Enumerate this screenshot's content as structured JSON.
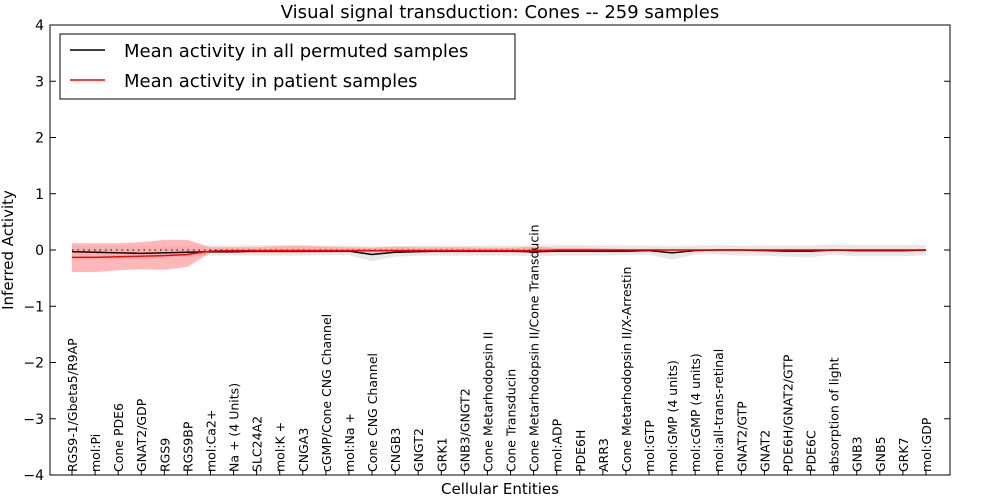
{
  "chart_data": {
    "type": "line",
    "title": "Visual signal transduction: Cones -- 259 samples",
    "xlabel": "Cellular Entities",
    "ylabel": "Inferred Activity",
    "ylim": [
      -4,
      4
    ],
    "yticks": [
      -4,
      -3,
      -2,
      -1,
      0,
      1,
      2,
      3,
      4
    ],
    "ytick_labels": [
      "−4",
      "−3",
      "−2",
      "−1",
      "0",
      "1",
      "2",
      "3",
      "4"
    ],
    "legend_position": "top-left",
    "categories": [
      "RGS9-1/Gbeta5/R9AP",
      "mol:Pi",
      "Cone PDE6",
      "GNAT2/GDP",
      "RGS9",
      "RGS9BP",
      "mol:Ca2+",
      "Na + (4 Units)",
      "SLC24A2",
      "mol:K +",
      "CNGA3",
      "cGMP/Cone CNG Channel",
      "mol:Na +",
      "Cone CNG Channel",
      "CNGB3",
      "GNGT2",
      "GRK1",
      "GNB3/GNGT2",
      "Cone Metarhodopsin II",
      "Cone Transducin",
      "Cone Metarhodopsin II/Cone Transducin",
      "mol:ADP",
      "PDE6H",
      "ARR3",
      "Cone Metarhodopsin II/X-Arrestin",
      "mol:GTP",
      "mol:GMP (4 units)",
      "mol:cGMP (4 units)",
      "mol:all-trans-retinal",
      "GNAT2/GTP",
      "GNAT2",
      "PDE6H/GNAT2/GTP",
      "PDE6C",
      "absorption of light",
      "GNB3",
      "GNB5",
      "GRK7",
      "mol:GDP"
    ],
    "series": [
      {
        "name": "Mean activity in all permuted samples",
        "color": "#000000",
        "band_color": "#d9d9d9",
        "values": [
          -0.03,
          -0.04,
          -0.05,
          -0.06,
          -0.05,
          -0.04,
          -0.03,
          -0.03,
          -0.02,
          -0.02,
          -0.02,
          -0.02,
          -0.02,
          -0.08,
          -0.04,
          -0.03,
          -0.02,
          -0.02,
          -0.02,
          -0.02,
          -0.03,
          -0.02,
          -0.02,
          -0.02,
          -0.02,
          -0.01,
          -0.05,
          -0.01,
          0,
          0,
          -0.01,
          -0.02,
          -0.02,
          0,
          -0.01,
          -0.01,
          -0.01,
          0
        ],
        "upper": [
          0.08,
          0.08,
          0.08,
          0.08,
          0.08,
          0.08,
          0.08,
          0.08,
          0.09,
          0.09,
          0.09,
          0.08,
          0.08,
          0.06,
          0.07,
          0.08,
          0.08,
          0.08,
          0.08,
          0.08,
          0.08,
          0.09,
          0.09,
          0.08,
          0.08,
          0.08,
          0.07,
          0.08,
          0.09,
          0.08,
          0.08,
          0.08,
          0.08,
          0.1,
          0.09,
          0.09,
          0.09,
          0.09
        ],
        "lower": [
          -0.12,
          -0.13,
          -0.13,
          -0.14,
          -0.13,
          -0.12,
          -0.1,
          -0.1,
          -0.1,
          -0.1,
          -0.1,
          -0.09,
          -0.09,
          -0.2,
          -0.12,
          -0.1,
          -0.1,
          -0.1,
          -0.1,
          -0.1,
          -0.11,
          -0.1,
          -0.1,
          -0.1,
          -0.09,
          -0.08,
          -0.17,
          -0.08,
          -0.08,
          -0.1,
          -0.1,
          -0.12,
          -0.13,
          -0.08,
          -0.11,
          -0.11,
          -0.11,
          -0.09
        ]
      },
      {
        "name": "Mean activity in patient samples",
        "color": "#ff0000",
        "band_color": "#ff9999",
        "values": [
          -0.13,
          -0.13,
          -0.12,
          -0.11,
          -0.1,
          -0.08,
          -0.02,
          -0.01,
          -0.01,
          -0.01,
          -0.01,
          -0.01,
          -0.01,
          -0.01,
          -0.01,
          -0.01,
          -0.01,
          -0.01,
          -0.01,
          -0.01,
          -0.01,
          0,
          0,
          0,
          0,
          0,
          0,
          0,
          0,
          0,
          0,
          0,
          0,
          0,
          0,
          0,
          0,
          0
        ],
        "upper": [
          0.12,
          0.12,
          0.12,
          0.14,
          0.18,
          0.18,
          0.05,
          0.05,
          0.05,
          0.07,
          0.07,
          0.06,
          0.05,
          0.04,
          0.06,
          0.05,
          0.05,
          0.05,
          0.04,
          0.04,
          0.06,
          0.04,
          0.04,
          0.03,
          0.02,
          0.02,
          0.02,
          0.02,
          0.02,
          0.02,
          0.02,
          0.02,
          0.02,
          0.02,
          0.02,
          0.02,
          0.02,
          0.02
        ],
        "lower": [
          -0.39,
          -0.39,
          -0.36,
          -0.34,
          -0.35,
          -0.3,
          -0.05,
          -0.05,
          -0.05,
          -0.05,
          -0.05,
          -0.04,
          -0.04,
          -0.04,
          -0.05,
          -0.04,
          -0.04,
          -0.04,
          -0.04,
          -0.04,
          -0.05,
          -0.03,
          -0.03,
          -0.03,
          -0.02,
          -0.02,
          -0.02,
          -0.02,
          -0.02,
          -0.02,
          -0.02,
          -0.02,
          -0.02,
          -0.02,
          -0.02,
          -0.02,
          -0.02,
          -0.02
        ]
      }
    ],
    "reference_line": {
      "value": 0,
      "style": "dotted"
    },
    "grid": false
  }
}
